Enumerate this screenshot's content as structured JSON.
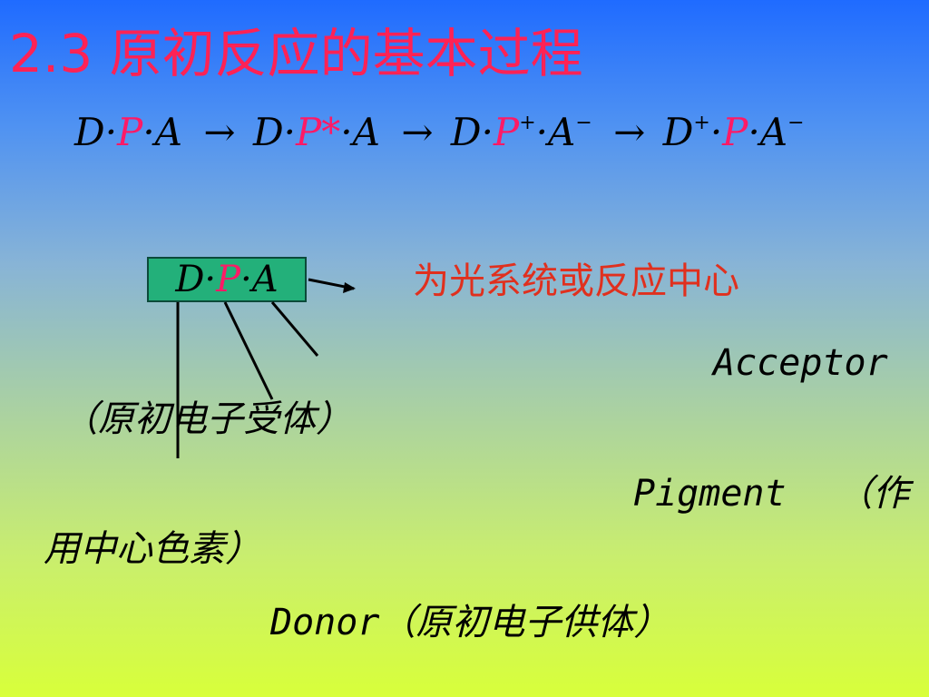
{
  "title": "2.3 原初反应的基本过程",
  "equation": {
    "s1": {
      "d": "D",
      "p": "P",
      "a": "A"
    },
    "s2": {
      "d": "D",
      "p": "P*",
      "a": "A"
    },
    "s3": {
      "d": "D",
      "p": "P",
      "p_sup": "+",
      "a": "A",
      "a_sup": "−"
    },
    "s4": {
      "d": "D",
      "d_sup": "+",
      "p": "P",
      "a": "A",
      "a_sup": "−"
    },
    "arrow": "→",
    "dot": "·"
  },
  "box": {
    "d": "D",
    "p": "P",
    "a": "A",
    "dot": "·"
  },
  "center_label": "为光系统或反应中心",
  "acceptor": {
    "name": "Acceptor",
    "desc": "（原初电子受体）"
  },
  "pigment": {
    "name": "Pigment",
    "desc_a": "（作",
    "desc_b": "用中心色素）"
  },
  "donor": {
    "name": "Donor",
    "desc": "（原初电子供体）"
  }
}
